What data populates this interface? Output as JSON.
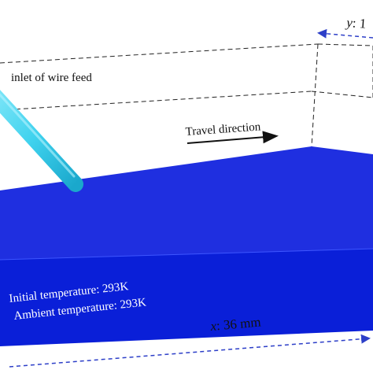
{
  "labels": {
    "inlet": "inlet of wire feed",
    "travel": "Travel direction",
    "initial_temp": "Initial temperature: 293K",
    "ambient_temp": "Ambient temperature: 293K",
    "x_dimension_var": "x",
    "x_dimension_value": ": 36 mm",
    "y_dimension_var": "y",
    "y_dimension_value": ": 1"
  },
  "colors": {
    "substrate_top": "#1f2fe0",
    "substrate_front": "#0a1fd8",
    "substrate_side": "#0c1ab0",
    "wire": "#3fd2ee",
    "dimension_arrow": "#2d3fc8",
    "outline": "#222222",
    "text_on_substrate": "#ffffff"
  }
}
